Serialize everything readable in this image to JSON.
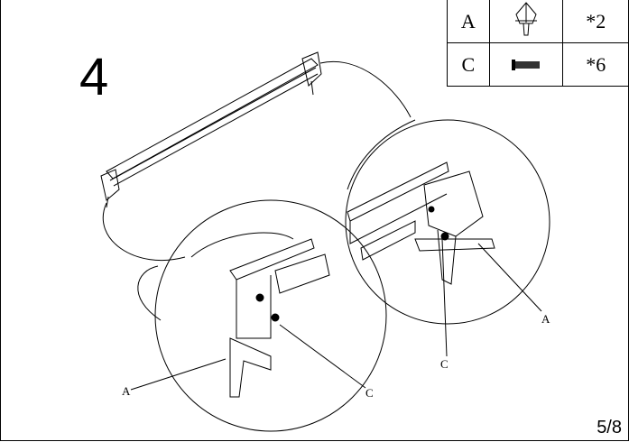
{
  "step_number": "4",
  "page_number": "5/8",
  "parts": [
    {
      "label": "A",
      "icon": "corner-bracket-leg-icon",
      "qty": "*2"
    },
    {
      "label": "C",
      "icon": "bolt-icon",
      "qty": "*6"
    }
  ],
  "callouts": {
    "left_a": "A",
    "left_c": "C",
    "right_a": "A",
    "right_c": "C"
  }
}
